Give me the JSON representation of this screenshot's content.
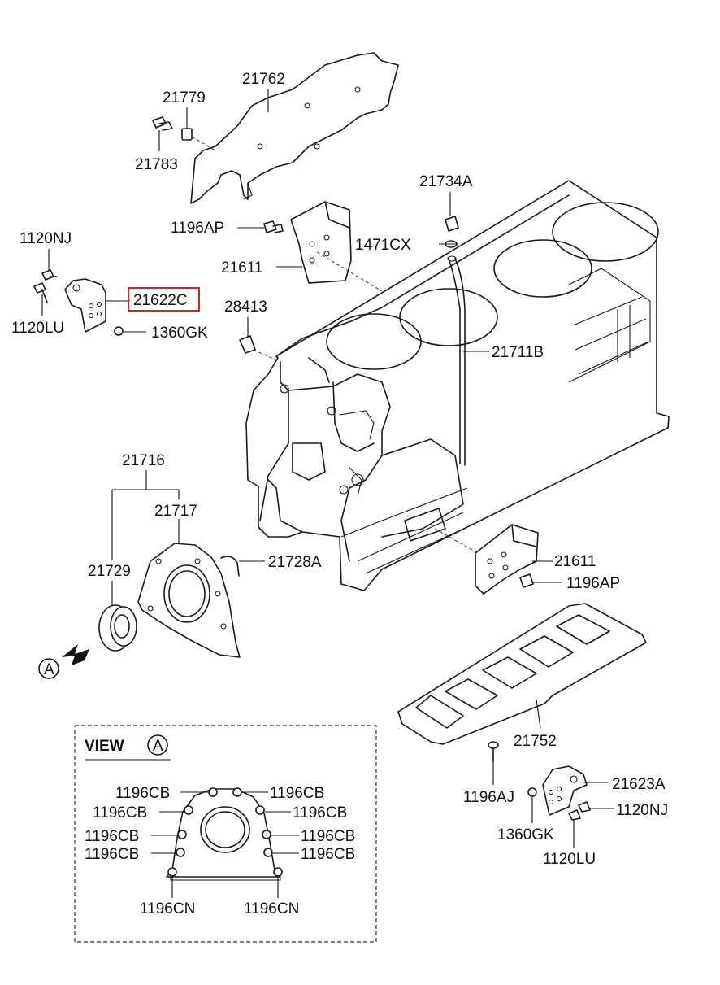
{
  "labels": {
    "p21762": "21762",
    "p21779": "21779",
    "p21783": "21783",
    "p21734A": "21734A",
    "p1196AP_top": "1196AP",
    "p1471CX": "1471CX",
    "p1120NJ_left": "1120NJ",
    "p21611_top": "21611",
    "p21622C": "21622C",
    "p1120LU_left": "1120LU",
    "p28413": "28413",
    "p1360GK_left": "1360GK",
    "p21711B": "21711B",
    "p21716": "21716",
    "p21717": "21717",
    "p21729": "21729",
    "p21728A": "21728A",
    "p21611_bottom": "21611",
    "p1196AP_bottom": "1196AP",
    "p21752": "21752",
    "p1196AJ": "1196AJ",
    "p21623A": "21623A",
    "p1120NJ_right": "1120NJ",
    "p1360GK_right": "1360GK",
    "p1120LU_right": "1120LU",
    "arrow_letter": "A"
  },
  "view": {
    "title": "VIEW",
    "letter": "A",
    "cb_left_1": "1196CB",
    "cb_left_2": "1196CB",
    "cb_left_3": "1196CB",
    "cb_left_4": "1196CB",
    "cb_right_1": "1196CB",
    "cb_right_2": "1196CB",
    "cb_right_3": "1196CB",
    "cb_right_4": "1196CB",
    "cn_left": "1196CN",
    "cn_right": "1196CN"
  },
  "highlight": {
    "part": "21622C",
    "color": "#e02020"
  }
}
